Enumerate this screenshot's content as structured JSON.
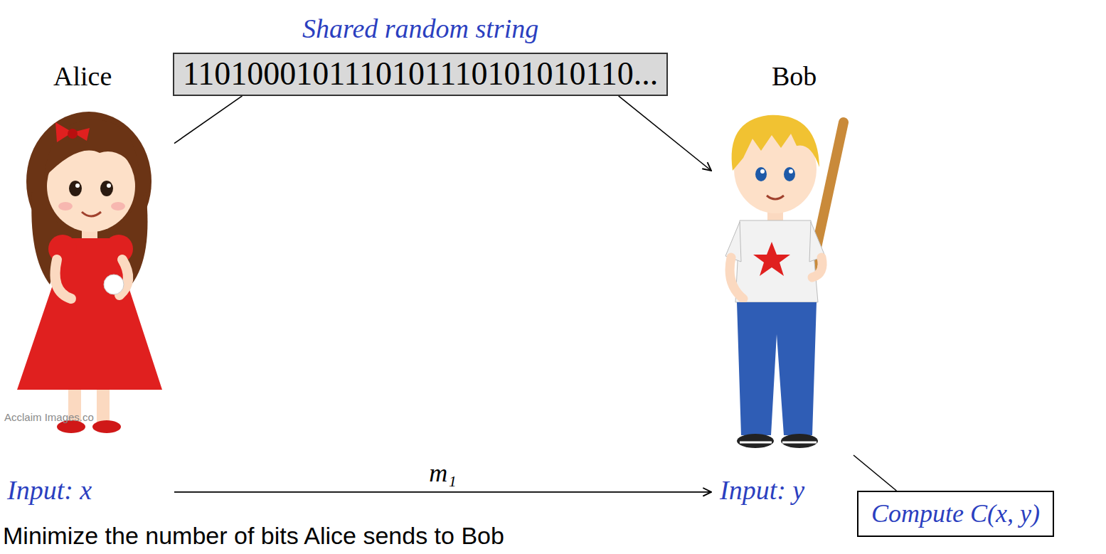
{
  "diagram": {
    "nodes": [
      {
        "text": [
          "Shared random string",
          "1101000101110101110101010110..."
        ]
      },
      {
        "text": [
          "Alice",
          "Input: x"
        ]
      },
      {
        "text": [
          "Bob",
          "Input: y"
        ]
      },
      {
        "text": [
          "Compute C(x, y)"
        ]
      }
    ],
    "edges": [
      {
        "from": 0,
        "to": 1,
        "arrow": "none"
      },
      {
        "from": 0,
        "to": 2,
        "arrow": "to"
      },
      {
        "from": 1,
        "to": 2,
        "arrow": "to",
        "label": "m₁"
      },
      {
        "from": 2,
        "to": 3,
        "arrow": "none"
      }
    ],
    "labels": [
      "Acclaim Images.co",
      "Minimize the number of bits Alice sends to Bob"
    ]
  }
}
